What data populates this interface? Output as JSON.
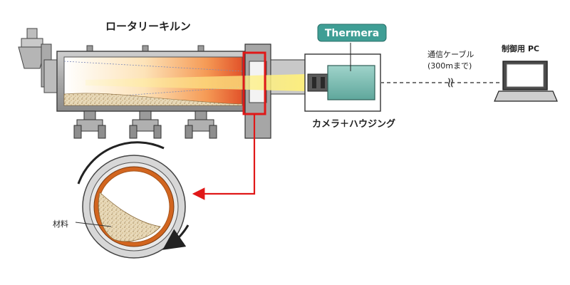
{
  "labels": {
    "kiln": "ロータリーキルン",
    "brand": "Thermera",
    "camera_housing": "カメラ＋ハウジング",
    "cable_line1": "通信ケーブル",
    "cable_line2": "(300mまで)",
    "pc": "制御用 PC",
    "material": "材料",
    "cable_break": "≈"
  },
  "colors": {
    "accent_red": "#e01818",
    "brand_teal": "#3f9e95",
    "camera_body": "#7bbdb3",
    "kiln_metal": "#9a9a9a",
    "refractory": "#d2651f"
  }
}
